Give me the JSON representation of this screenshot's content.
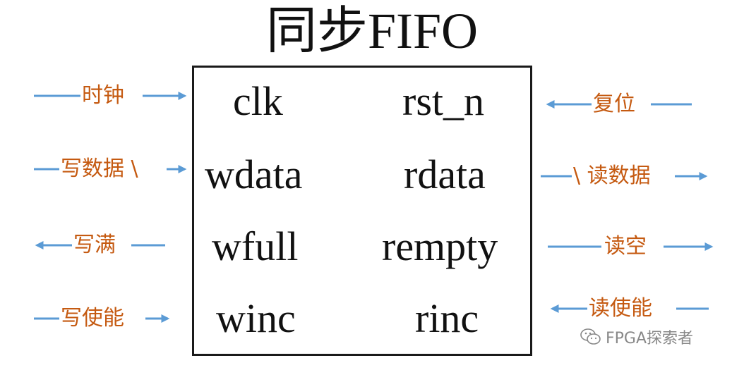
{
  "title": "同步FIFO",
  "ports_left": [
    "clk",
    "wdata",
    "wfull",
    "winc"
  ],
  "ports_right": [
    "rst_n",
    "rdata",
    "rempty",
    "rinc"
  ],
  "annotations": {
    "clk": "时钟",
    "wdata": "写数据 \\",
    "wfull": "写满",
    "winc": "写使能",
    "rst_n": "复位",
    "rdata": "\\ 读数据",
    "rempty": "读空",
    "rinc": "读使能"
  },
  "colors": {
    "arrow": "#5b9bd5",
    "annotation": "#c55a11",
    "box_border": "#1a1a1a"
  },
  "watermark": {
    "icon": "wechat-icon",
    "text": "FPGA探索者"
  }
}
